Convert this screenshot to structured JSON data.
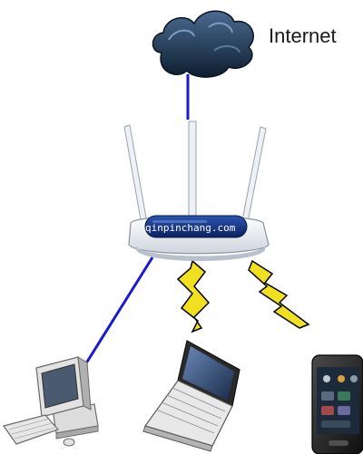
{
  "labels": {
    "internet": "Internet",
    "watermark": "qinpinchang.com"
  },
  "nodes": [
    {
      "id": "cloud",
      "name": "cloud-icon"
    },
    {
      "id": "router",
      "name": "wireless-router-icon"
    },
    {
      "id": "desktop",
      "name": "desktop-computer-icon"
    },
    {
      "id": "laptop",
      "name": "laptop-icon"
    },
    {
      "id": "phone",
      "name": "smartphone-icon"
    }
  ],
  "links": [
    {
      "from": "cloud",
      "to": "router",
      "type": "wired"
    },
    {
      "from": "router",
      "to": "desktop",
      "type": "wired"
    },
    {
      "from": "router",
      "to": "laptop",
      "type": "wireless"
    },
    {
      "from": "router",
      "to": "phone",
      "type": "wireless"
    }
  ],
  "colors": {
    "wired_link": "#1a1ad0",
    "wireless_bolt": "#f0e020",
    "router_body": "#f2f4f8",
    "router_panel": "#1a3a8a",
    "cloud": "#1e3550"
  }
}
